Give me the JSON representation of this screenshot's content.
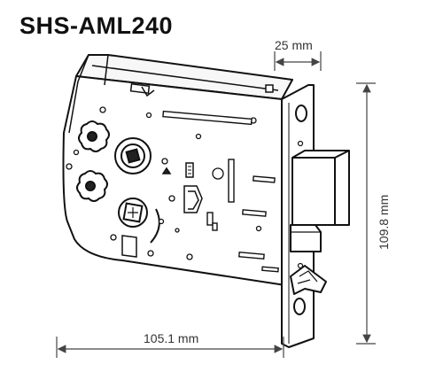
{
  "title": "SHS-AML240",
  "dimensions": {
    "thickness": "25 mm",
    "height": "109.8 mm",
    "length": "105.1 mm"
  },
  "colors": {
    "line": "#111111",
    "dimension": "#444444",
    "hole_fill": "#222222"
  }
}
